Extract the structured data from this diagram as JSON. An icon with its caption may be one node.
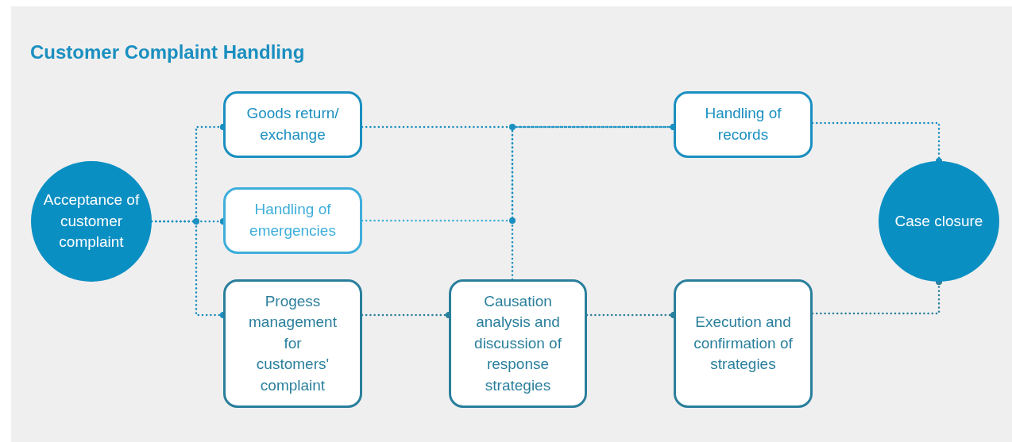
{
  "diagram": {
    "title": "Customer Complaint Handling",
    "nodes": [
      {
        "text": [
          "Acceptance of customer complaint"
        ]
      },
      {
        "text": [
          "Goods return/ exchange"
        ]
      },
      {
        "text": [
          "Handling of emergencies"
        ]
      },
      {
        "text": [
          "Progess management for customers' complaint"
        ]
      },
      {
        "text": [
          "Causation analysis and discussion of response strategies"
        ]
      },
      {
        "text": [
          "Handling of records"
        ]
      },
      {
        "text": [
          "Execution and confirmation of strategies"
        ]
      },
      {
        "text": [
          "Case closure"
        ]
      }
    ],
    "edges": [
      {
        "from": 0,
        "to": 1,
        "arrow": "other"
      },
      {
        "from": 0,
        "to": 2,
        "arrow": "other"
      },
      {
        "from": 0,
        "to": 3,
        "arrow": "other"
      },
      {
        "from": 1,
        "to": 5,
        "arrow": "other"
      },
      {
        "from": 2,
        "to": 5,
        "arrow": "other",
        "color": "#3eaedb"
      },
      {
        "from": 4,
        "to": 5,
        "arrow": "other"
      },
      {
        "from": 3,
        "to": 4,
        "arrow": "other",
        "color": "#2a7f9c"
      },
      {
        "from": 4,
        "to": 6,
        "arrow": "other",
        "color": "#2a7f9c"
      },
      {
        "from": 5,
        "to": 7,
        "arrow": "other"
      },
      {
        "from": 6,
        "to": 7,
        "arrow": "other",
        "color": "#2a7f9c"
      }
    ]
  }
}
